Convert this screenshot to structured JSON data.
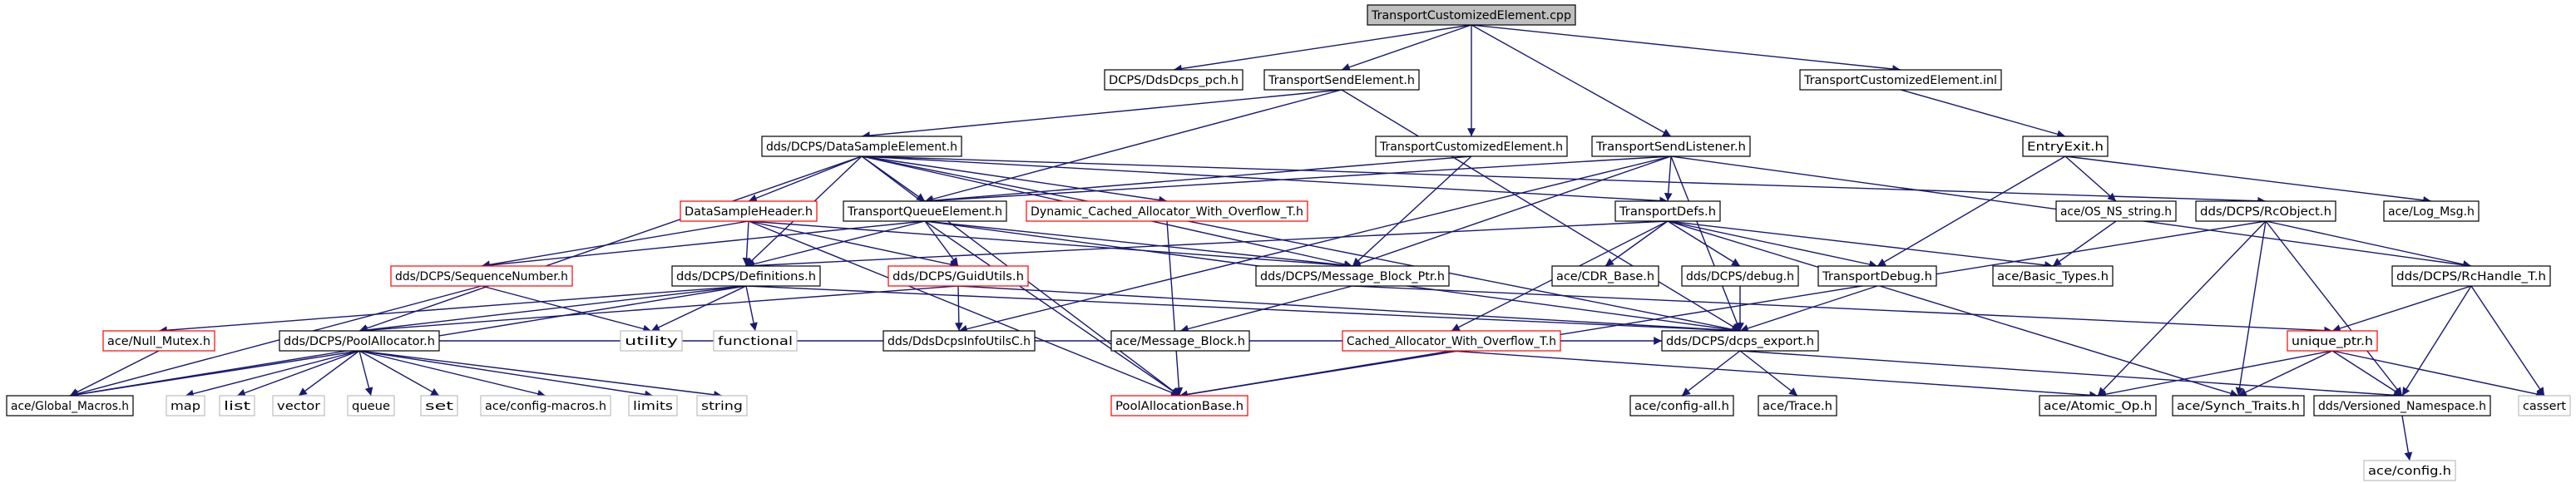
{
  "graph": {
    "colors": {
      "edge": "#191970",
      "border_default": "#000000",
      "border_truncated": "#ff0000",
      "border_external": "#bfbfbf",
      "fill_default": "#ffffff",
      "fill_root": "#bfbfbf",
      "text_default": "#000000",
      "text_external": "#808080"
    },
    "nodes": [
      {
        "id": "root",
        "label": "TransportCustomizedElement.cpp",
        "style": "root"
      },
      {
        "id": "ddsdcps_pch",
        "label": "DCPS/DdsDcps_pch.h",
        "style": "normal"
      },
      {
        "id": "tse",
        "label": "TransportSendElement.h",
        "style": "normal"
      },
      {
        "id": "tce_h",
        "label": "TransportCustomizedElement.h",
        "style": "normal"
      },
      {
        "id": "tsl",
        "label": "TransportSendListener.h",
        "style": "normal"
      },
      {
        "id": "tce_inl",
        "label": "TransportCustomizedElement.inl",
        "style": "normal"
      },
      {
        "id": "dse",
        "label": "dds/DCPS/DataSampleElement.h",
        "style": "normal"
      },
      {
        "id": "entryexit",
        "label": "EntryExit.h",
        "style": "normal"
      },
      {
        "id": "dsh",
        "label": "DataSampleHeader.h",
        "style": "truncated"
      },
      {
        "id": "tqe",
        "label": "TransportQueueElement.h",
        "style": "normal"
      },
      {
        "id": "dcaof",
        "label": "Dynamic_Cached_Allocator_With_Overflow_T.h",
        "style": "truncated"
      },
      {
        "id": "tdefs",
        "label": "TransportDefs.h",
        "style": "normal"
      },
      {
        "id": "osns",
        "label": "ace/OS_NS_string.h",
        "style": "normal"
      },
      {
        "id": "rcobj",
        "label": "dds/DCPS/RcObject.h",
        "style": "normal"
      },
      {
        "id": "logmsg",
        "label": "ace/Log_Msg.h",
        "style": "normal"
      },
      {
        "id": "seqnum",
        "label": "dds/DCPS/SequenceNumber.h",
        "style": "truncated"
      },
      {
        "id": "defs",
        "label": "dds/DCPS/Definitions.h",
        "style": "normal"
      },
      {
        "id": "guidutils",
        "label": "dds/DCPS/GuidUtils.h",
        "style": "truncated"
      },
      {
        "id": "mbptr",
        "label": "dds/DCPS/Message_Block_Ptr.h",
        "style": "normal"
      },
      {
        "id": "cdrbase",
        "label": "ace/CDR_Base.h",
        "style": "normal"
      },
      {
        "id": "dcpsdebug",
        "label": "dds/DCPS/debug.h",
        "style": "normal"
      },
      {
        "id": "tdebug",
        "label": "TransportDebug.h",
        "style": "normal"
      },
      {
        "id": "basictypes",
        "label": "ace/Basic_Types.h",
        "style": "normal"
      },
      {
        "id": "rchandle",
        "label": "dds/DCPS/RcHandle_T.h",
        "style": "normal"
      },
      {
        "id": "nullmutex",
        "label": "ace/Null_Mutex.h",
        "style": "truncated"
      },
      {
        "id": "poolalloc",
        "label": "dds/DCPS/PoolAllocator.h",
        "style": "normal"
      },
      {
        "id": "utility",
        "label": "utility",
        "style": "external"
      },
      {
        "id": "functional",
        "label": "functional",
        "style": "external"
      },
      {
        "id": "ddsinfoutils",
        "label": "dds/DdsDcpsInfoUtilsC.h",
        "style": "normal"
      },
      {
        "id": "msgblock",
        "label": "ace/Message_Block.h",
        "style": "normal"
      },
      {
        "id": "caof",
        "label": "Cached_Allocator_With_Overflow_T.h",
        "style": "truncated"
      },
      {
        "id": "dcpsexport",
        "label": "dds/DCPS/dcps_export.h",
        "style": "normal"
      },
      {
        "id": "uniqueptr",
        "label": "unique_ptr.h",
        "style": "truncated"
      },
      {
        "id": "cassert",
        "label": "cassert",
        "style": "external"
      },
      {
        "id": "globalmacros",
        "label": "ace/Global_Macros.h",
        "style": "normal"
      },
      {
        "id": "map",
        "label": "map",
        "style": "external"
      },
      {
        "id": "list",
        "label": "list",
        "style": "external"
      },
      {
        "id": "vector",
        "label": "vector",
        "style": "external"
      },
      {
        "id": "queue",
        "label": "queue",
        "style": "external"
      },
      {
        "id": "set",
        "label": "set",
        "style": "external"
      },
      {
        "id": "cfgmacros",
        "label": "ace/config-macros.h",
        "style": "external"
      },
      {
        "id": "limits",
        "label": "limits",
        "style": "external"
      },
      {
        "id": "string",
        "label": "string",
        "style": "external"
      },
      {
        "id": "poolallocbase",
        "label": "PoolAllocationBase.h",
        "style": "truncated"
      },
      {
        "id": "cfgall",
        "label": "ace/config-all.h",
        "style": "normal"
      },
      {
        "id": "trace",
        "label": "ace/Trace.h",
        "style": "normal"
      },
      {
        "id": "atomicop",
        "label": "ace/Atomic_Op.h",
        "style": "normal"
      },
      {
        "id": "synchtraits",
        "label": "ace/Synch_Traits.h",
        "style": "normal"
      },
      {
        "id": "versns",
        "label": "dds/Versioned_Namespace.h",
        "style": "normal"
      },
      {
        "id": "aceconfig",
        "label": "ace/config.h",
        "style": "external"
      }
    ],
    "edges": [
      [
        "root",
        "ddsdcps_pch"
      ],
      [
        "root",
        "tse"
      ],
      [
        "root",
        "tce_h"
      ],
      [
        "root",
        "tsl"
      ],
      [
        "root",
        "tce_inl"
      ],
      [
        "tse",
        "dse"
      ],
      [
        "tse",
        "tqe"
      ],
      [
        "tse",
        "dcpsexport"
      ],
      [
        "tce_h",
        "tqe"
      ],
      [
        "tce_h",
        "mbptr"
      ],
      [
        "tsl",
        "tdefs"
      ],
      [
        "tsl",
        "tqe"
      ],
      [
        "tsl",
        "mbptr"
      ],
      [
        "tsl",
        "ddsinfoutils"
      ],
      [
        "tsl",
        "dcpsexport"
      ],
      [
        "tsl",
        "rchandle"
      ],
      [
        "tce_inl",
        "entryexit"
      ],
      [
        "entryexit",
        "osns"
      ],
      [
        "entryexit",
        "logmsg"
      ],
      [
        "entryexit",
        "tdebug"
      ],
      [
        "osns",
        "basictypes"
      ],
      [
        "dse",
        "dsh"
      ],
      [
        "dse",
        "tqe"
      ],
      [
        "dse",
        "dcaof"
      ],
      [
        "dse",
        "tdefs"
      ],
      [
        "dse",
        "poolalloc"
      ],
      [
        "dse",
        "defs"
      ],
      [
        "dse",
        "mbptr"
      ],
      [
        "dse",
        "rcobj"
      ],
      [
        "dse",
        "poolallocbase"
      ],
      [
        "dse",
        "dcpsexport"
      ],
      [
        "dsh",
        "seqnum"
      ],
      [
        "dsh",
        "defs"
      ],
      [
        "dsh",
        "guidutils"
      ],
      [
        "dsh",
        "mbptr"
      ],
      [
        "dsh",
        "poolallocbase"
      ],
      [
        "tqe",
        "seqnum"
      ],
      [
        "tqe",
        "defs"
      ],
      [
        "tqe",
        "guidutils"
      ],
      [
        "tqe",
        "mbptr"
      ],
      [
        "tqe",
        "poolallocbase"
      ],
      [
        "tqe",
        "dcpsexport"
      ],
      [
        "dcaof",
        "poolallocbase"
      ],
      [
        "tdefs",
        "cdrbase"
      ],
      [
        "tdefs",
        "dcpsdebug"
      ],
      [
        "tdefs",
        "tdebug"
      ],
      [
        "tdefs",
        "basictypes"
      ],
      [
        "tdefs",
        "caof"
      ],
      [
        "tdefs",
        "synchtraits"
      ],
      [
        "tdefs",
        "defs"
      ],
      [
        "rcobj",
        "rchandle"
      ],
      [
        "rcobj",
        "atomicop"
      ],
      [
        "rcobj",
        "synchtraits"
      ],
      [
        "rcobj",
        "versns"
      ],
      [
        "rcobj",
        "poolallocbase"
      ],
      [
        "rchandle",
        "uniqueptr"
      ],
      [
        "rchandle",
        "versns"
      ],
      [
        "rchandle",
        "cassert"
      ],
      [
        "seqnum",
        "utility"
      ],
      [
        "seqnum",
        "globalmacros"
      ],
      [
        "defs",
        "nullmutex"
      ],
      [
        "defs",
        "poolalloc"
      ],
      [
        "defs",
        "utility"
      ],
      [
        "defs",
        "functional"
      ],
      [
        "defs",
        "globalmacros"
      ],
      [
        "defs",
        "dcpsexport"
      ],
      [
        "guidutils",
        "poolalloc"
      ],
      [
        "guidutils",
        "ddsinfoutils"
      ],
      [
        "guidutils",
        "dcpsexport"
      ],
      [
        "mbptr",
        "msgblock"
      ],
      [
        "mbptr",
        "uniqueptr"
      ],
      [
        "dcpsdebug",
        "dcpsexport"
      ],
      [
        "tdebug",
        "dcpsexport"
      ],
      [
        "nullmutex",
        "globalmacros"
      ],
      [
        "poolalloc",
        "map"
      ],
      [
        "poolalloc",
        "list"
      ],
      [
        "poolalloc",
        "vector"
      ],
      [
        "poolalloc",
        "queue"
      ],
      [
        "poolalloc",
        "set"
      ],
      [
        "poolalloc",
        "cfgmacros"
      ],
      [
        "poolalloc",
        "limits"
      ],
      [
        "poolalloc",
        "string"
      ],
      [
        "poolalloc",
        "globalmacros"
      ],
      [
        "poolalloc",
        "dcpsexport"
      ],
      [
        "caof",
        "poolallocbase"
      ],
      [
        "caof",
        "atomicop"
      ],
      [
        "dcpsexport",
        "cfgall"
      ],
      [
        "dcpsexport",
        "trace"
      ],
      [
        "dcpsexport",
        "versns"
      ],
      [
        "uniqueptr",
        "atomicop"
      ],
      [
        "uniqueptr",
        "synchtraits"
      ],
      [
        "uniqueptr",
        "versns"
      ],
      [
        "uniqueptr",
        "cassert"
      ],
      [
        "versns",
        "aceconfig"
      ]
    ]
  }
}
